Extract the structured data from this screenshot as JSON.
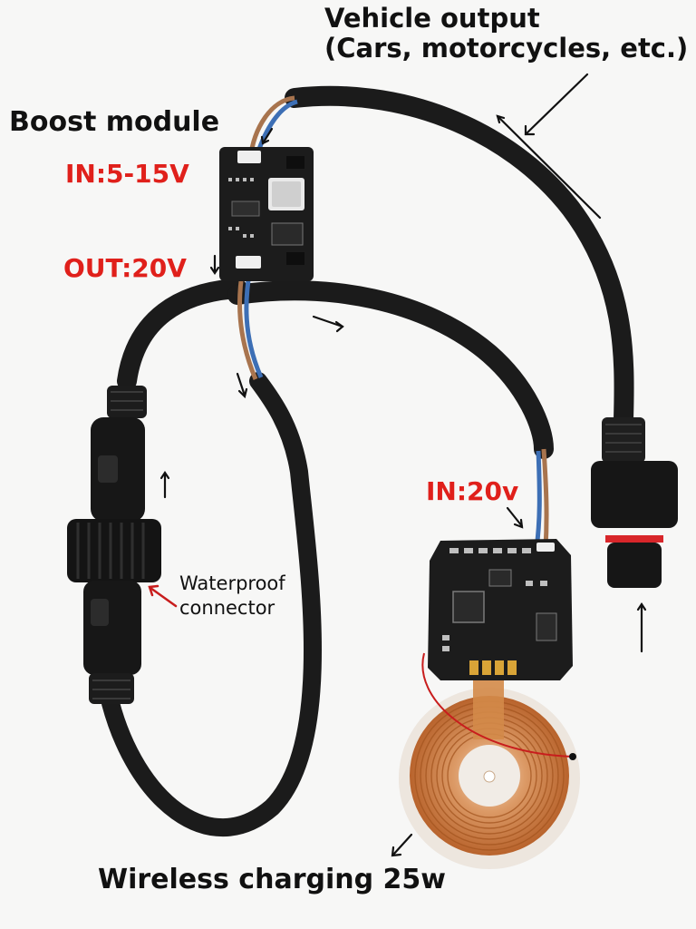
{
  "labels": {
    "vehicle_output_line1": "Vehicle output",
    "vehicle_output_line2": "(Cars, motorcycles, etc.)",
    "boost_module": "Boost module",
    "boost_in": "IN:5-15V",
    "boost_out": "OUT:20V",
    "charger_in": "IN:20v",
    "waterproof_line1": "Waterproof",
    "waterproof_line2": "connector",
    "wireless_charging": "Wireless charging 25w"
  },
  "colors": {
    "spec_red": "#e0201b",
    "text_dark": "#111111",
    "cable": "#1b1b1b",
    "wire_brown": "#a8744e",
    "wire_blue": "#3d6fb5",
    "pcb": "#1c1c1c",
    "coil_copper": "#c9773f",
    "seal_red": "#d8262a"
  }
}
